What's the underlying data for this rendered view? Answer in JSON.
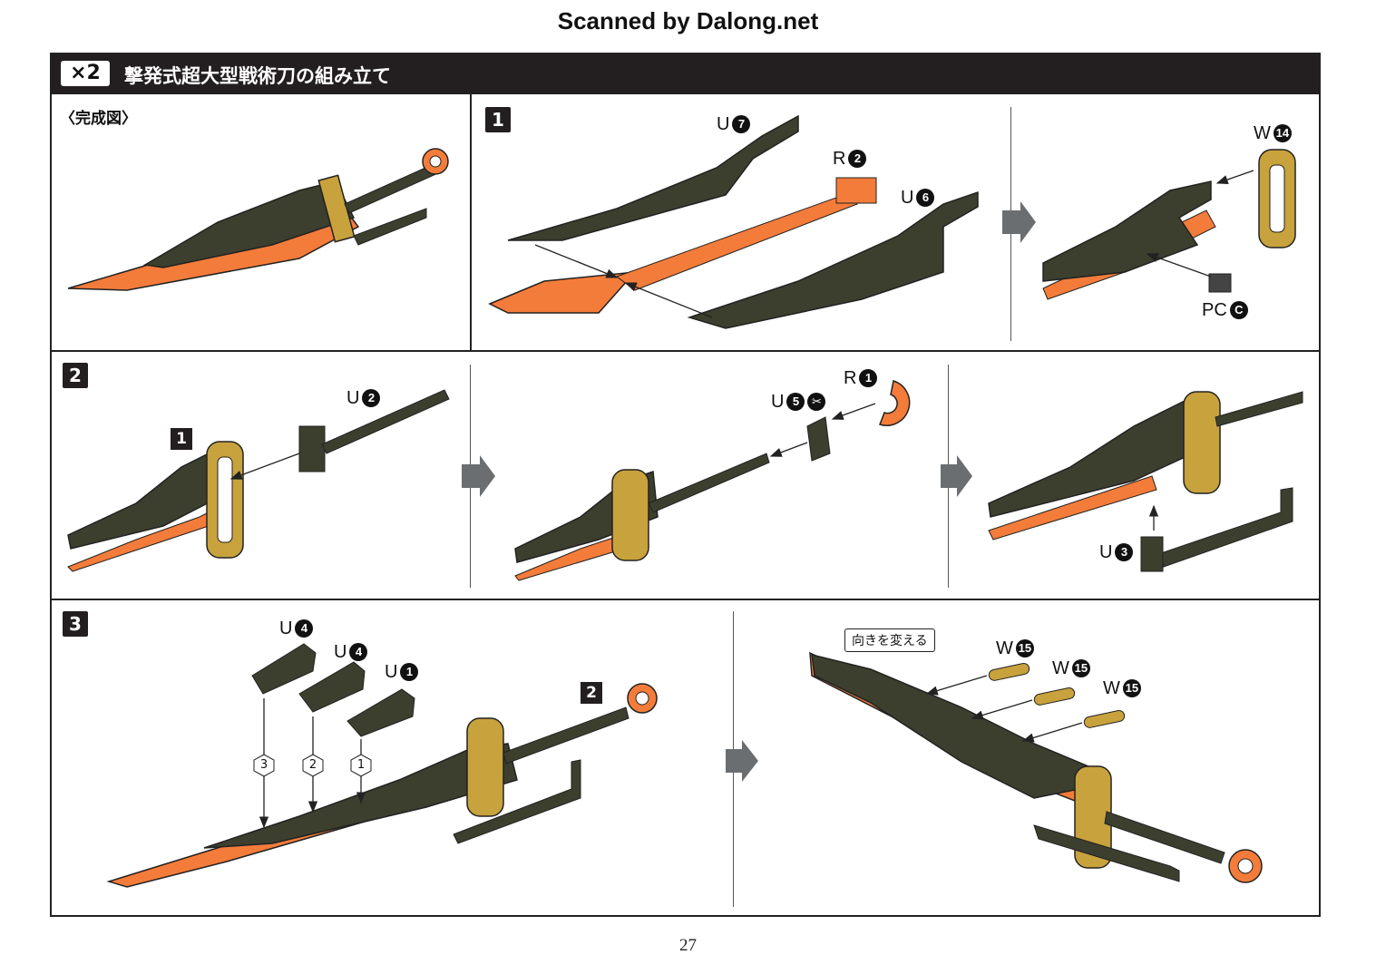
{
  "scan_credit": "Scanned by Dalong.net",
  "header": {
    "count": "×2",
    "title": "撃発式超大型戦術刀の組み立て"
  },
  "completed_label": "〈完成図〉",
  "steps": [
    "1",
    "2",
    "3"
  ],
  "callouts": {
    "step1": "1",
    "step2": "2"
  },
  "labels": {
    "u7": {
      "letter": "U",
      "num": "7"
    },
    "r2": {
      "letter": "R",
      "num": "2"
    },
    "u6": {
      "letter": "U",
      "num": "6"
    },
    "w14": {
      "letter": "W",
      "num": "14"
    },
    "pcc": {
      "letter": "PC",
      "num": "C"
    },
    "u2": {
      "letter": "U",
      "num": "2"
    },
    "r1": {
      "letter": "R",
      "num": "1"
    },
    "u5": {
      "letter": "U",
      "num": "5"
    },
    "u3": {
      "letter": "U",
      "num": "3"
    },
    "u4a": {
      "letter": "U",
      "num": "4"
    },
    "u4b": {
      "letter": "U",
      "num": "4"
    },
    "u1": {
      "letter": "U",
      "num": "1"
    },
    "w15a": {
      "letter": "W",
      "num": "15"
    },
    "w15b": {
      "letter": "W",
      "num": "15"
    },
    "w15c": {
      "letter": "W",
      "num": "15"
    }
  },
  "order_marks": [
    "3",
    "2",
    "1"
  ],
  "note": "向きを変える",
  "page_number": "27",
  "colors": {
    "orange": "#f47c3a",
    "dark": "#3c3f2e",
    "gold": "#c8a23c",
    "arrow": "#6b6e70"
  }
}
